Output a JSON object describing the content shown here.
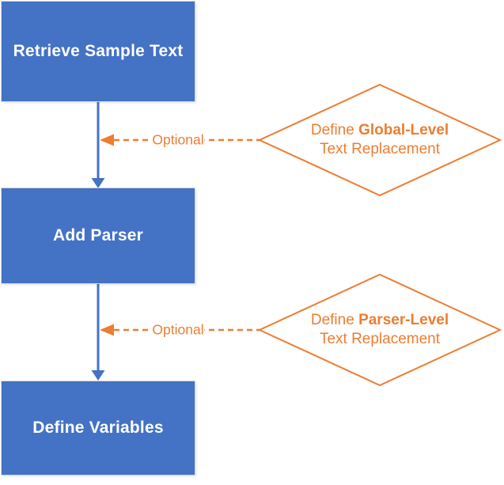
{
  "colors": {
    "blue": "#4472C4",
    "orange": "#ED7D31",
    "box_text": "#ffffff",
    "background": "#ffffff"
  },
  "flowchart": {
    "steps": [
      {
        "label": "Retrieve Sample Text"
      },
      {
        "label": "Add Parser"
      },
      {
        "label": "Define Variables"
      }
    ],
    "decisions": [
      {
        "prefix": "Define ",
        "bold": "Global-Level",
        "line2": "Text Replacement"
      },
      {
        "prefix": "Define ",
        "bold": "Parser-Level",
        "line2": "Text Replacement"
      }
    ],
    "optional_labels": [
      {
        "text": "Optional"
      },
      {
        "text": "Optional"
      }
    ]
  }
}
